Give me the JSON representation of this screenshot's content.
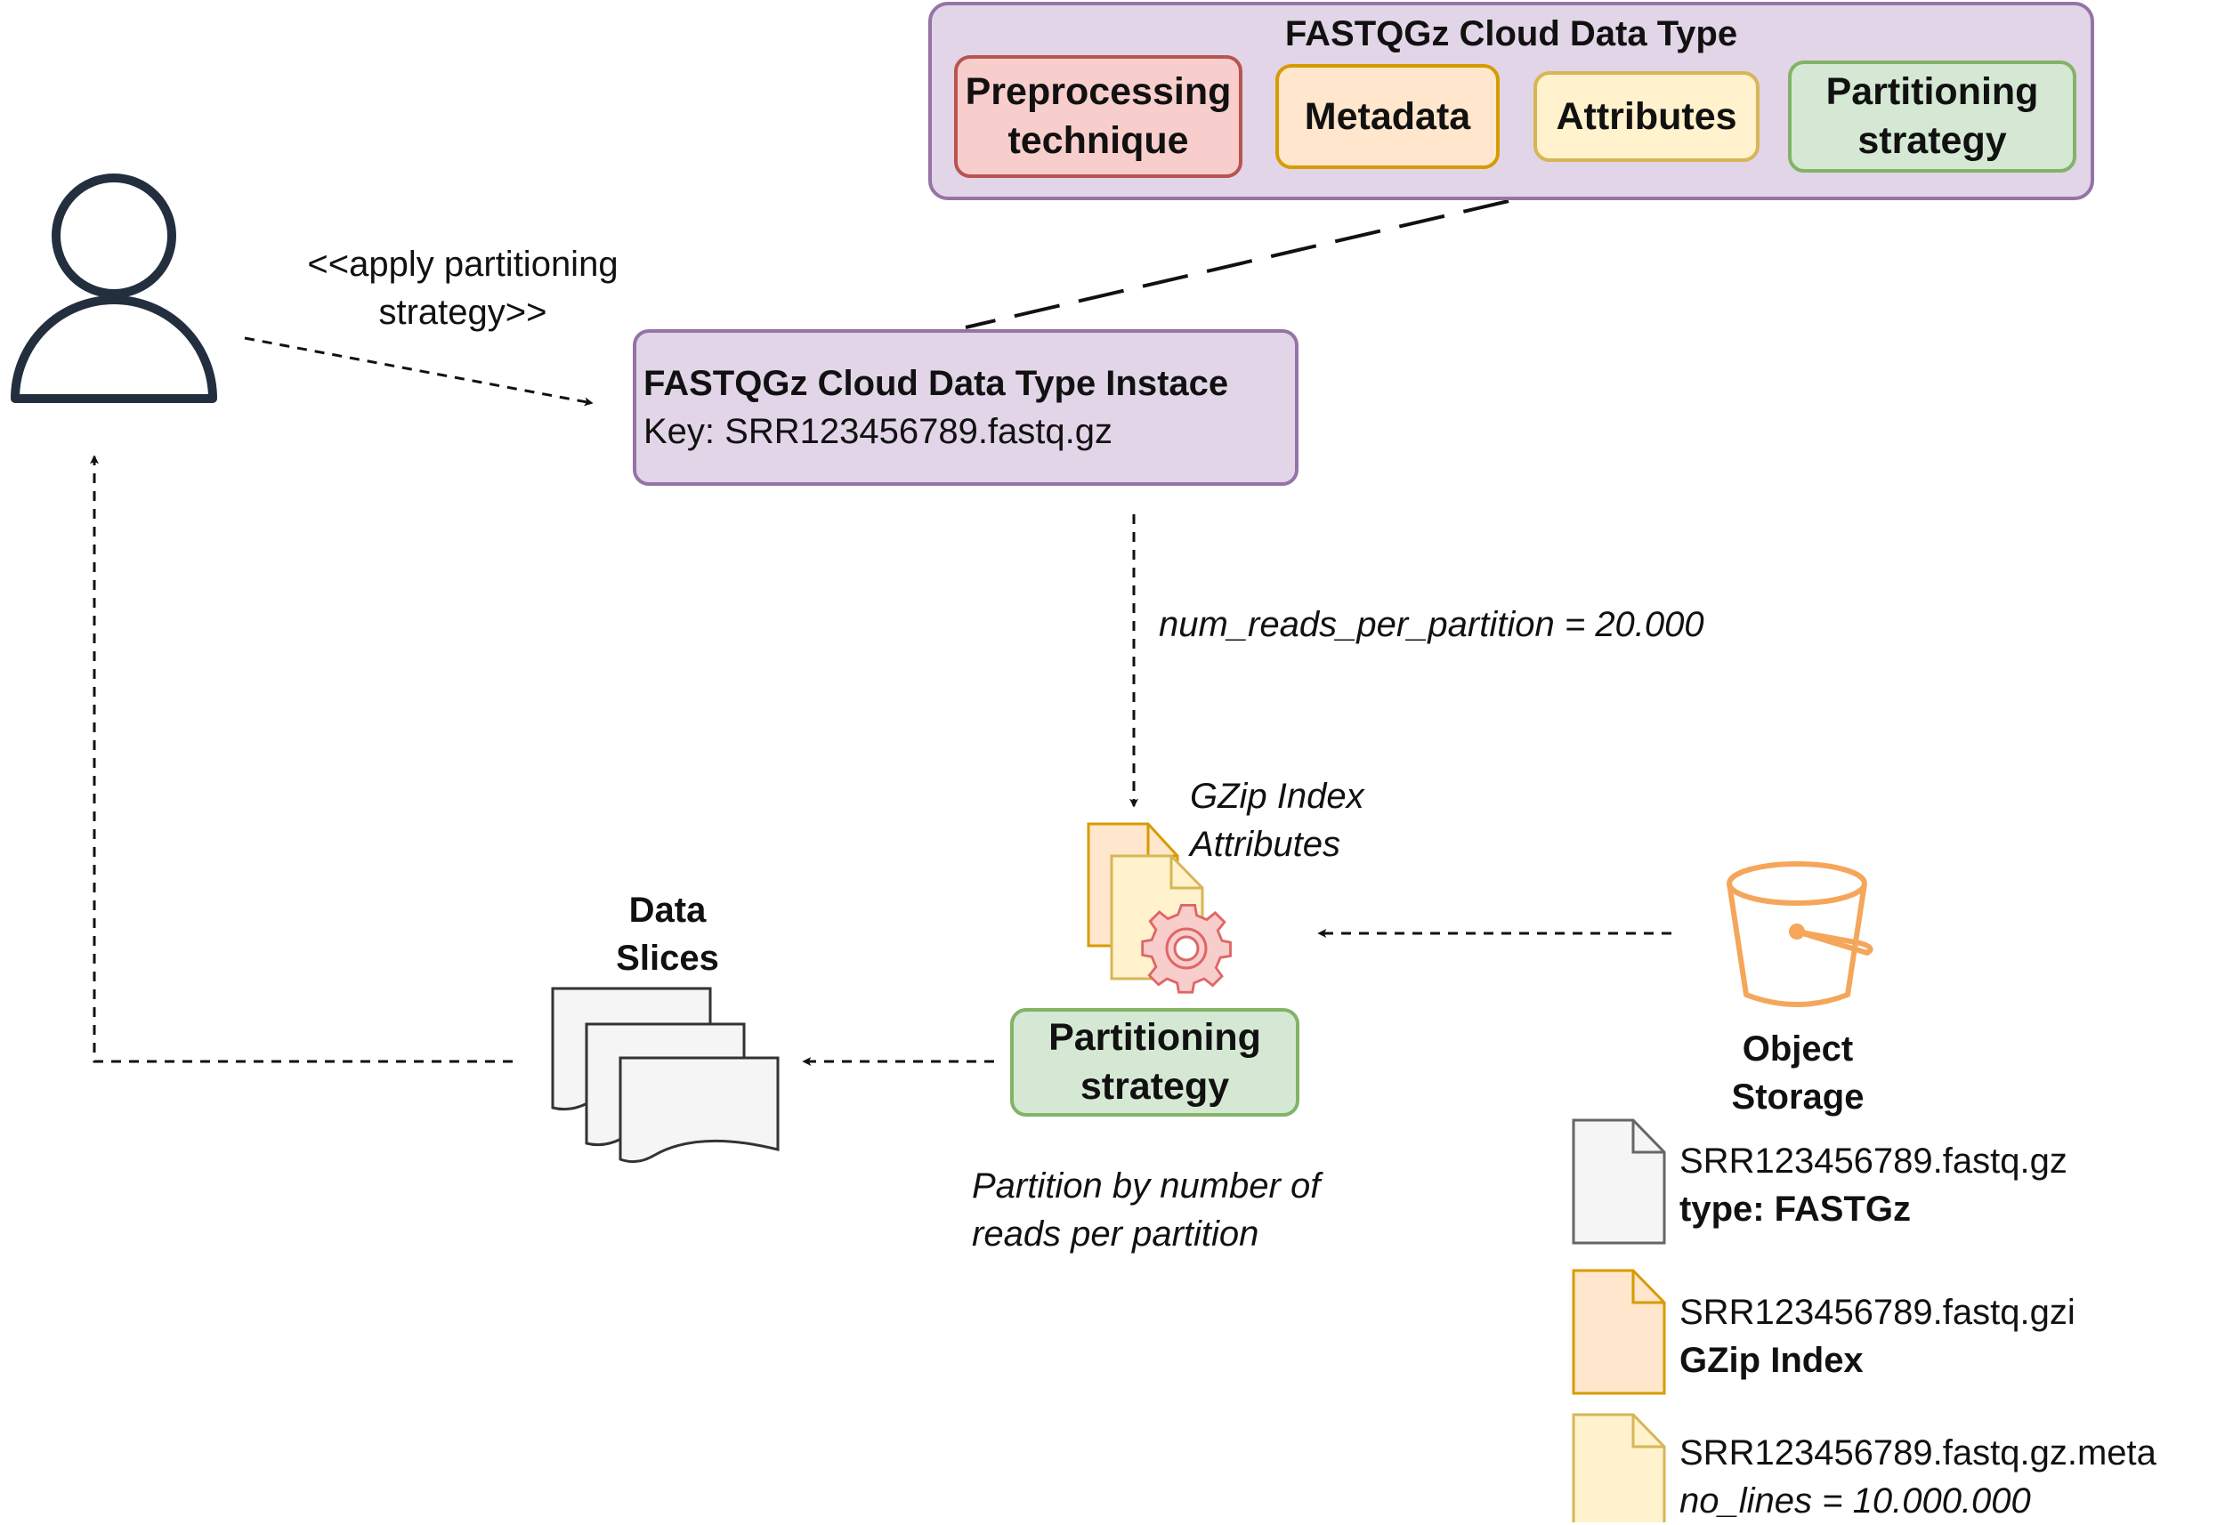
{
  "cloud_data_type": {
    "title": "FASTQGz Cloud Data Type",
    "components": [
      {
        "line1": "Preprocessing",
        "line2": "technique"
      },
      {
        "line1": "Metadata",
        "line2": ""
      },
      {
        "line1": "Attributes",
        "line2": ""
      },
      {
        "line1": "Partitioning",
        "line2": "strategy"
      }
    ]
  },
  "instance": {
    "title": "FASTQGz Cloud Data Type Instace",
    "key": "Key: SRR123456789.fastq.gz"
  },
  "user_arrow_label": {
    "line1": "<<apply partitioning",
    "line2": "strategy>>"
  },
  "param_label": "num_reads_per_partition = 20.000",
  "gzip_label": {
    "line1": "GZip Index",
    "line2": "Attributes"
  },
  "partitioning_strategy": {
    "line1": "Partitioning",
    "line2": "strategy"
  },
  "strategy_note": {
    "line1": "Partition by number of",
    "line2": "reads per partition"
  },
  "data_slices": {
    "line1": "Data",
    "line2": "Slices"
  },
  "object_storage": {
    "line1": "Object",
    "line2": "Storage"
  },
  "files": [
    {
      "name": "SRR123456789.fastq.gz",
      "desc": "type: FASTGz"
    },
    {
      "name": "SRR123456789.fastq.gzi",
      "desc": "GZip Index"
    },
    {
      "name": "SRR123456789.fastq.gz.meta",
      "desc": "no_lines = 10.000.000"
    }
  ],
  "colors": {
    "purple_fill": "#e1d5e7",
    "purple_stroke": "#9673a6",
    "red_fill": "#f8cecc",
    "red_stroke": "#b85450",
    "orange_fill": "#ffe6cc",
    "orange_stroke": "#d79b00",
    "yellow_fill": "#fff2cc",
    "yellow_stroke": "#d6b656",
    "green_fill": "#d5e8d4",
    "green_stroke": "#82b366",
    "gray_fill": "#f5f5f5",
    "gray_stroke": "#666666",
    "bucket_stroke": "#f5a65b",
    "user_stroke": "#232f3e"
  },
  "icons": [
    "user-icon",
    "gzip-index-files-icon",
    "gear-icon",
    "data-slices-icon",
    "bucket-icon",
    "file-icon"
  ]
}
